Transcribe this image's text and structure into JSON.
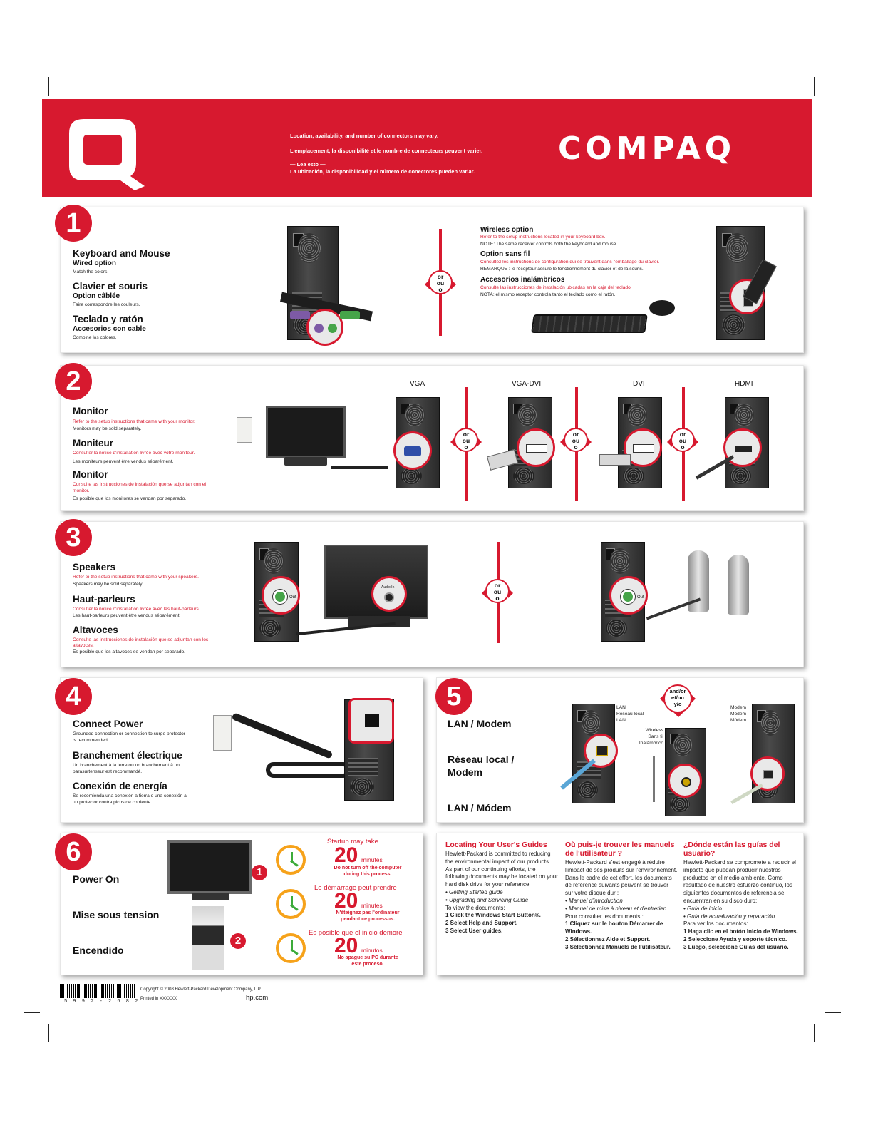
{
  "banner": {
    "notice_en": "Location, availability, and number of connectors may vary.",
    "notice_fr": "L'emplacement, la disponibilité et le nombre de connecteurs peuvent varier.",
    "lea_esto": "— Lea esto —",
    "notice_es": "La ubicación, la disponibilidad y el número de conectores pueden variar.",
    "wordmark": "COMPAQ"
  },
  "or_badge": {
    "line1": "or",
    "line2": "ou",
    "line3": "o"
  },
  "andor_badge": {
    "line1": "and/or",
    "line2": "et/ou",
    "line3": "y/o"
  },
  "step1": {
    "number": "1",
    "en_title": "Keyboard and Mouse",
    "en_sub": "Wired option",
    "en_text": "Match the colors.",
    "fr_title": "Clavier et souris",
    "fr_sub": "Option câblée",
    "fr_text": "Faire correspondre les couleurs.",
    "es_title": "Teclado y ratón",
    "es_sub": "Accesorios con cable",
    "es_text": "Combine los colores.",
    "w_en_title": "Wireless option",
    "w_en_red": "Refer to the setup instructions located in your keyboard box.",
    "w_en_note": "NOTE: The same receiver controls both the keyboard and mouse.",
    "w_fr_title": "Option sans fil",
    "w_fr_red": "Consultez les instructions de configuration qui se trouvent dans l'emballage du clavier.",
    "w_fr_note": "REMARQUE : le récepteur assure le fonctionnement du clavier et de la souris.",
    "w_es_title": "Accesorios inalámbricos",
    "w_es_red": "Consulte las instrucciones de instalación ubicadas en la caja del teclado.",
    "w_es_note": "NOTA: el mismo receptor controla tanto el teclado como el ratón."
  },
  "step2": {
    "number": "2",
    "labels": [
      "VGA",
      "VGA-DVI",
      "DVI",
      "HDMI"
    ],
    "en_title": "Monitor",
    "en_red": "Refer to the setup instructions that came with your monitor.",
    "en_text": "Monitors may be sold separately.",
    "fr_title": "Moniteur",
    "fr_red": "Consulter la notice d'installation livrée avec votre moniteur.",
    "fr_text": "Les moniteurs peuvent être vendus séparément.",
    "es_title": "Monitor",
    "es_red1": "Consulte las instrucciones de instalación que se adjuntan con el",
    "es_red2": "monitor.",
    "es_text": "Es posible que los monitores se vendan por separado."
  },
  "step3": {
    "number": "3",
    "en_title": "Speakers",
    "en_red": "Refer to the setup instructions that came with your speakers.",
    "en_text": "Speakers may be sold separately.",
    "fr_title": "Haut-parleurs",
    "fr_red": "Consulter la notice d'installation livrée avec les haut-parleurs.",
    "fr_text": "Les haut-parleurs peuvent être vendus séparément.",
    "es_title": "Altavoces",
    "es_red1": "Consulte las instrucciones de instalación que se adjuntan con los",
    "es_red2": "altavoces.",
    "es_text": "Es posible que los altavoces se vendan por separado.",
    "out_label": "Out",
    "audio_in_label": "Audio In"
  },
  "step4": {
    "number": "4",
    "en_title": "Connect Power",
    "en_text1": "Grounded connection or connection to surge protector",
    "en_text2": "is recommended.",
    "fr_title": "Branchement électrique",
    "fr_text1": "Un branchement à la terre ou un branchement à un",
    "fr_text2": "parasurtenseur est recommandé.",
    "es_title": "Conexión de energía",
    "es_text1": "Se recomienda una conexión a tierra o una conexión a",
    "es_text2": "un protector contra picos de corriente."
  },
  "step5": {
    "number": "5",
    "en": "LAN / Modem",
    "fr1": "Réseau local /",
    "fr2": "Modem",
    "es": "LAN / Módem",
    "lan_labels": [
      "LAN",
      "Réseau local",
      "LAN"
    ],
    "wireless_labels": [
      "Wireless",
      "Sans fil",
      "Inalámbrico"
    ],
    "modem_labels": [
      "Modem",
      "Modem",
      "Módem"
    ]
  },
  "step6": {
    "number": "6",
    "en": "Power On",
    "fr": "Mise sous tension",
    "es": "Encendido",
    "marker1": "1",
    "marker2": "2",
    "blocks": [
      {
        "head": "Startup may take",
        "num": "20",
        "unit": "minutes",
        "note1": "Do not turn off the computer",
        "note2": "during this process."
      },
      {
        "head": "Le démarrage peut prendre",
        "num": "20",
        "unit": "minutes",
        "note1": "N'éteignez pas l'ordinateur",
        "note2": "pendant ce processus."
      },
      {
        "head": "Es posible que el inicio demore",
        "num": "20",
        "unit": "minutos",
        "note1": "No apague su PC durante",
        "note2": "este proceso."
      }
    ]
  },
  "guides": {
    "en": {
      "title": "Locating Your User's Guides",
      "body": "Hewlett-Packard is committed to reducing the environmental impact of our products. As part of our continuing efforts, the following documents may be located on your hard disk drive for your reference:",
      "b1": "• Getting Started guide",
      "b2": "• Upgrading and Servicing Guide",
      "view": "To view the documents:",
      "s1": "1 Click the Windows Start Button®.",
      "s2": "2 Select Help and Support.",
      "s3": "3 Select User guides."
    },
    "fr": {
      "title": "Où puis-je trouver les manuels de l'utilisateur ?",
      "body": "Hewlett-Packard s'est engagé à réduire l'impact de ses produits sur l'environnement. Dans le cadre de cet effort, les documents de référence suivants peuvent se trouver sur votre disque dur :",
      "b1": "• Manuel d'introduction",
      "b2": "• Manuel de mise à niveau et d'entretien",
      "view": "Pour consulter les documents :",
      "s1": "1 Cliquez sur le bouton Démarrer de Windows.",
      "s2": "2 Sélectionnez Aide et Support.",
      "s3": "3 Sélectionnez Manuels de l'utilisateur."
    },
    "es": {
      "title": "¿Dónde están las guías del usuario?",
      "body": "Hewlett-Packard se compromete a reducir el impacto que puedan producir nuestros productos en el medio ambiente. Como resultado de nuestro esfuerzo continuo, los siguientes documentos de referencia se encuentran en su disco duro:",
      "b1": "• Guía de inicio",
      "b2": "• Guía de actualización y reparación",
      "view": "Para ver los documentos:",
      "s1": "1 Haga clic en el botón Inicio de Windows.",
      "s2": "2 Seleccione Ayuda y soporte técnico.",
      "s3": "3 Luego, seleccione Guías del usuario."
    }
  },
  "footer": {
    "barcode_digits": "5 9 9 2 - 2 6 8 2",
    "copyright": "Copyright © 2008 Hewlett-Packard Development Company, L.P.",
    "printed": "Printed in XXXXXX",
    "site": "hp.com"
  },
  "colors": {
    "brand_red": "#d7192f",
    "clock_orange": "#f6a21a",
    "clock_hand_green": "#3cab3a"
  }
}
